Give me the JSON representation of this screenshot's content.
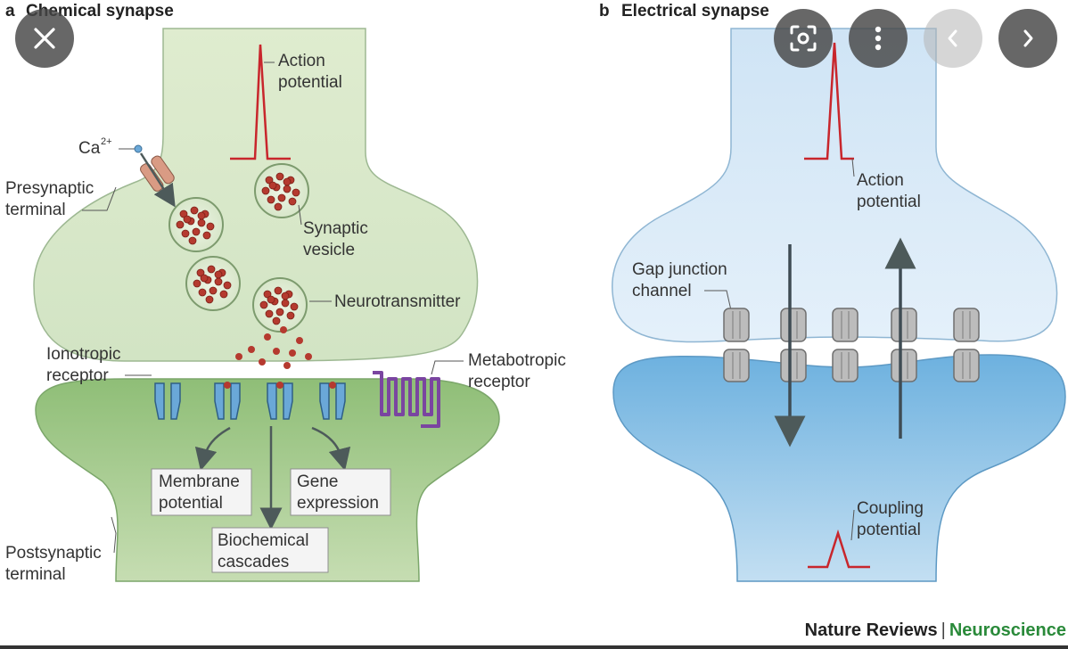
{
  "viewer": {
    "close_icon": "close-icon",
    "lens_icon": "visual-search-icon",
    "more_icon": "more-vertical-icon",
    "prev_icon": "chevron-left-icon",
    "next_icon": "chevron-right-icon"
  },
  "panel_a": {
    "letter": "a",
    "title": "Chemical synapse",
    "labels": {
      "action_potential_1": "Action",
      "action_potential_2": "potential",
      "ca": "Ca",
      "ca_sup": "2+",
      "presynaptic_1": "Presynaptic",
      "presynaptic_2": "terminal",
      "vesicle_1": "Synaptic",
      "vesicle_2": "vesicle",
      "neurotransmitter": "Neurotransmitter",
      "ionotropic_1": "Ionotropic",
      "ionotropic_2": "receptor",
      "metabotropic_1": "Metabotropic",
      "metabotropic_2": "receptor",
      "postsynaptic_1": "Postsynaptic",
      "postsynaptic_2": "terminal"
    },
    "boxes": {
      "membrane_1": "Membrane",
      "membrane_2": "potential",
      "gene_1": "Gene",
      "gene_2": "expression",
      "biochem_1": "Biochemical",
      "biochem_2": "cascades"
    }
  },
  "panel_b": {
    "letter": "b",
    "title": "Electrical synapse",
    "labels": {
      "action_1": "Action",
      "action_2": "potential",
      "gap_1": "Gap junction",
      "gap_2": "channel",
      "coupling_1": "Coupling",
      "coupling_2": "potential"
    }
  },
  "footer": {
    "journal": "Nature Reviews",
    "separator": "|",
    "section": "Neuroscience"
  },
  "colors": {
    "pre_green": "#dbe9d0",
    "post_green": "#8dbf78",
    "pre_blue": "#d6e8f6",
    "post_blue": "#79b7e1",
    "spike_red": "#c8262c",
    "vesicle_dot": "#b53a2f",
    "receptor_blue": "#6aa8d8",
    "metabotropic_purple": "#7a45a0",
    "footer_green": "#2a8a3a"
  }
}
